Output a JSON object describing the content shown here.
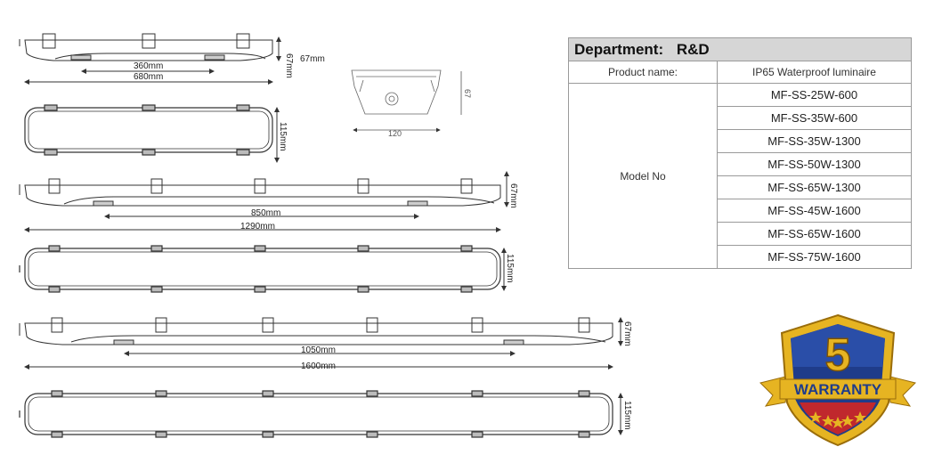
{
  "top_view_1": {
    "width_mm": "360mm",
    "length_mm": "680mm",
    "height_mm": "67mm",
    "height_mm_outer": "67mm"
  },
  "side_view_1": {
    "width_mm": "115mm"
  },
  "top_view_2": {
    "width_mm": "850mm",
    "length_mm": "1290mm",
    "height_mm": "67mm"
  },
  "side_view_2": {
    "width_mm": "115mm"
  },
  "top_view_3": {
    "width_mm": "1050mm",
    "length_mm": "1600mm",
    "height_mm": "67mm"
  },
  "side_view_3": {
    "width_mm": "115mm"
  },
  "cross_section": {
    "width": "120",
    "height": "67"
  },
  "spec_table": {
    "department_label": "Department:",
    "department_value": "R&D",
    "product_name_label": "Product name:",
    "product_name_value": "IP65 Waterproof luminaire",
    "model_label": "Model No",
    "models": [
      "MF-SS-25W-600",
      "MF-SS-35W-600",
      "MF-SS-35W-1300",
      "MF-SS-50W-1300",
      "MF-SS-65W-1300",
      "MF-SS-45W-1600",
      "MF-SS-65W-1600",
      "MF-SS-75W-1600"
    ]
  },
  "warranty_badge": {
    "number": "5",
    "text": "WARRANTY",
    "colors": {
      "gold": "#e6b422",
      "blue": "#1f3c8a",
      "red": "#c0282d"
    }
  }
}
